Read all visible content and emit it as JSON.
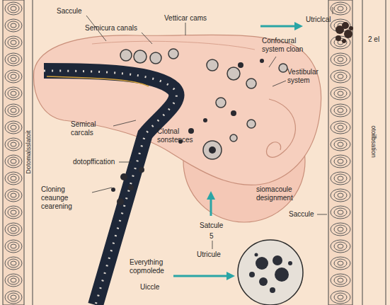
{
  "diagram": {
    "labels": [
      "Saccule",
      "Semicura canals",
      "Vetticar cams",
      "Utriclcal",
      "Confocural system cloan",
      "Vestibular system",
      "Semical carcals",
      "Clotnal sonstences",
      "dotopffication",
      "Cloning ceaunge cearening",
      "siomacoule designment",
      "Satcule",
      "Saccule",
      "Everything copmolede",
      "Utricule",
      "Uiccle",
      "Dotomalsslatoit",
      "otoilbsation",
      "2 el",
      "5"
    ]
  }
}
